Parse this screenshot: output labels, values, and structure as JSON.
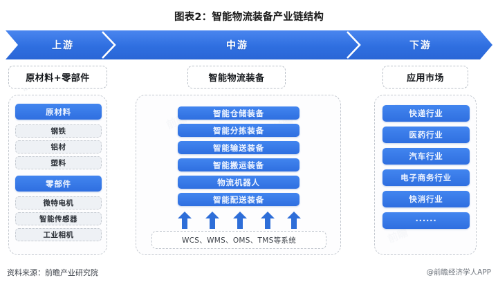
{
  "title": "图表2：智能物流装备产业链结构",
  "colors": {
    "banner_blue": "#2f6fe0",
    "pill_blue": "#3b7ce8",
    "pill_grey": "#eef1f5",
    "dash_border": "#c3c8cf",
    "title_text": "#1a1a1a"
  },
  "banner": {
    "segments": [
      {
        "label": "上游"
      },
      {
        "label": "中游"
      },
      {
        "label": "下游"
      }
    ]
  },
  "columns": {
    "upstream": {
      "header": "原材料+零部件",
      "groups": [
        {
          "title": "原材料",
          "items": [
            "钢铁",
            "铝材",
            "塑料"
          ]
        },
        {
          "title": "零部件",
          "items": [
            "微特电机",
            "智能传感器",
            "工业相机"
          ]
        }
      ]
    },
    "midstream": {
      "header": "智能物流装备",
      "equipment": [
        "智能仓储装备",
        "智能分拣装备",
        "智能输送装备",
        "智能搬运装备",
        "物流机器人",
        "智能配送装备"
      ],
      "arrow_count": 5,
      "systems": "WCS、WMS、OMS、TMS等系统"
    },
    "downstream": {
      "header": "应用市场",
      "items": [
        "快递行业",
        "医药行业",
        "汽车行业",
        "电子商务行业",
        "快消行业",
        "······"
      ]
    }
  },
  "footer": {
    "source": "资料来源：前瞻产业研究院",
    "credit": "@前瞻经济学人APP"
  },
  "watermark": "前瞻"
}
